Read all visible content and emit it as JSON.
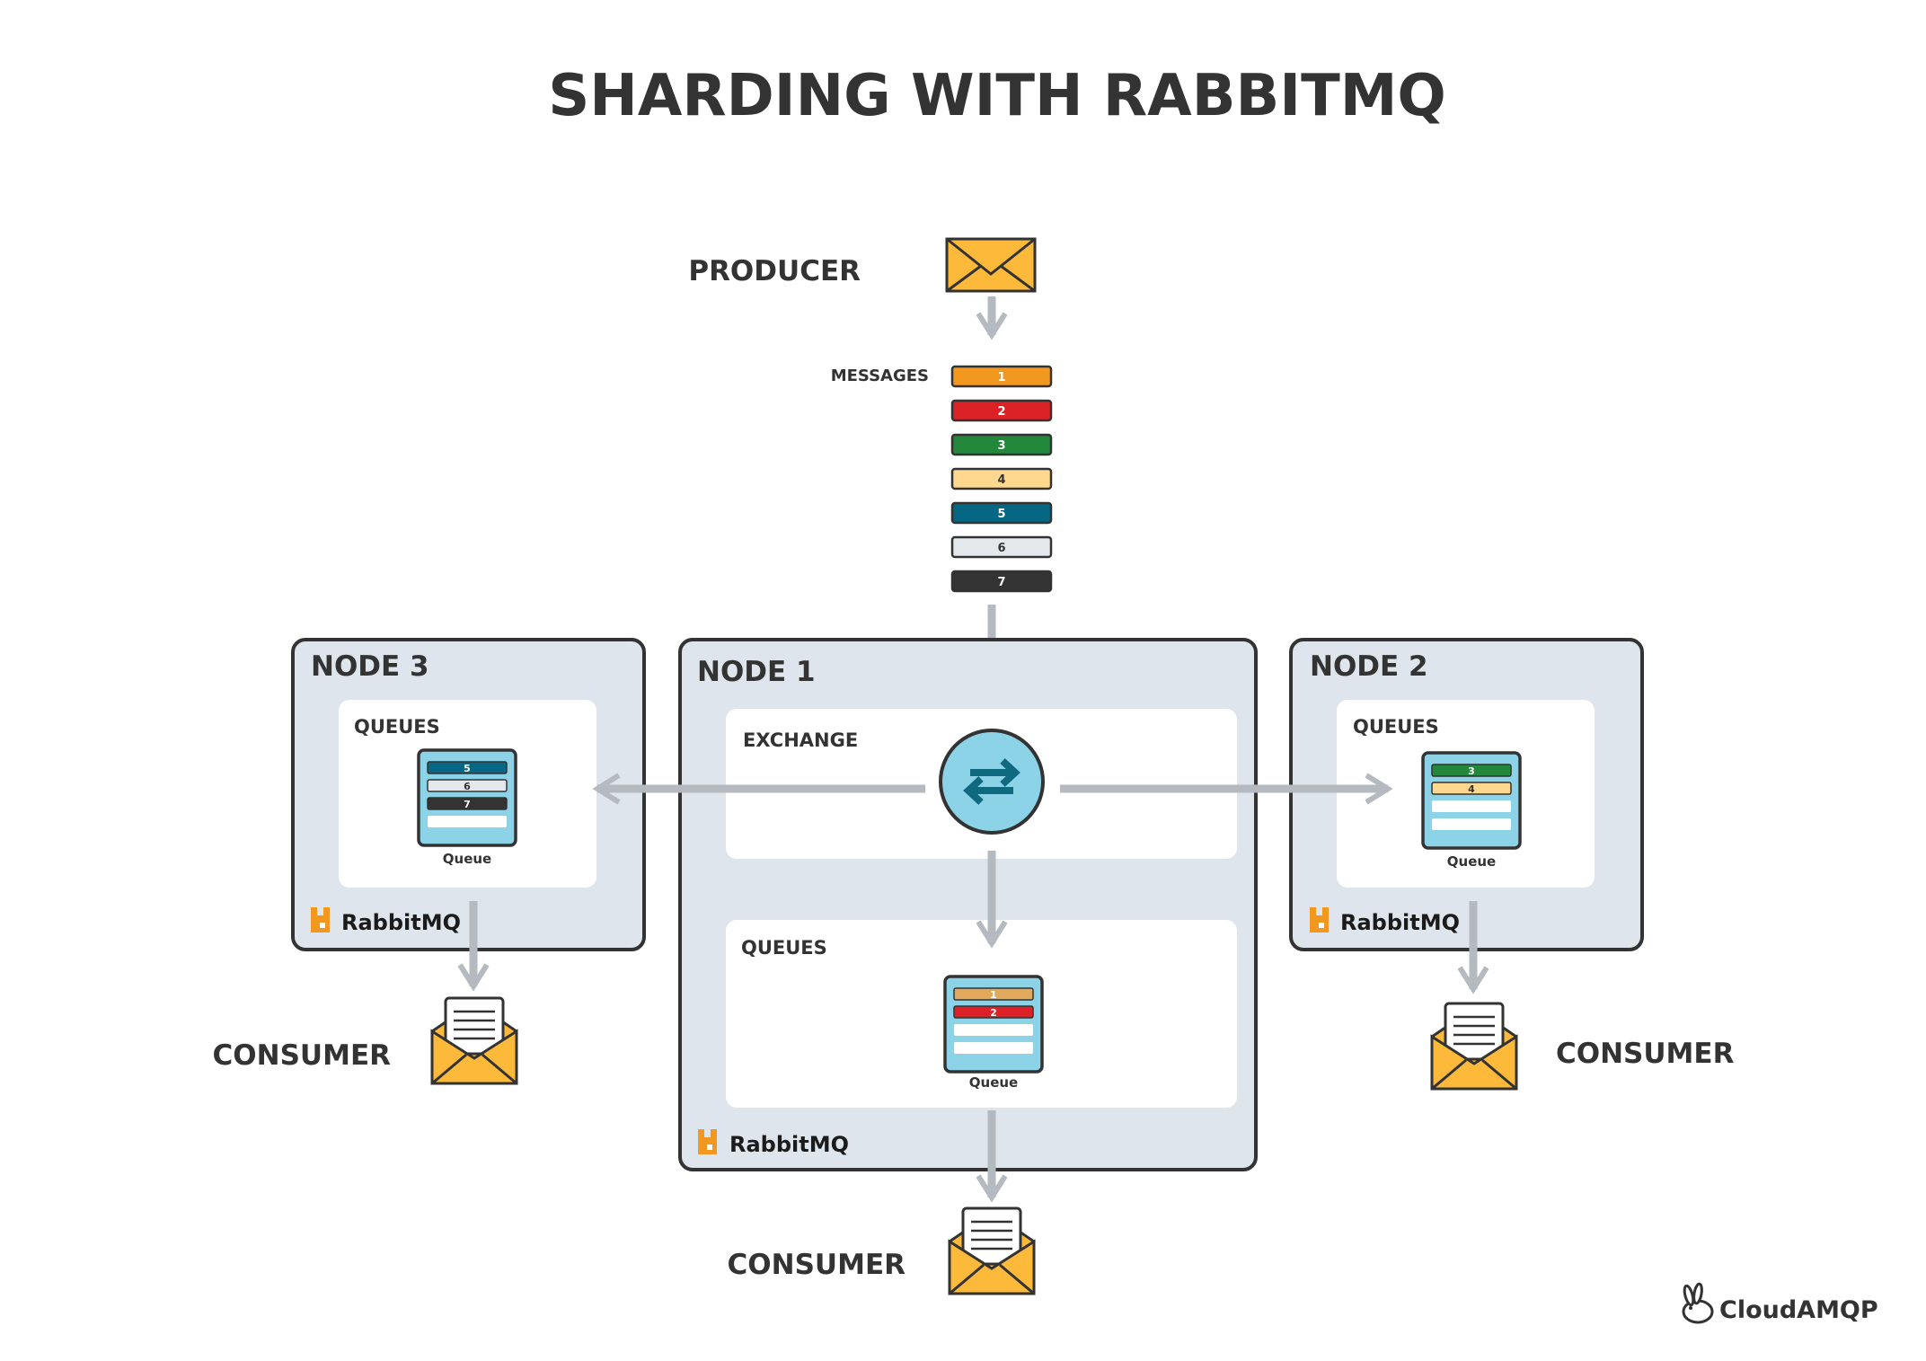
{
  "title": "SHARDING WITH RABBITMQ",
  "producer_label": "PRODUCER",
  "messages_label": "MESSAGES",
  "messages": [
    {
      "label": "1",
      "color": "#F3981F",
      "text_color": "#ffffff"
    },
    {
      "label": "2",
      "color": "#DC2127",
      "text_color": "#ffffff"
    },
    {
      "label": "3",
      "color": "#23883C",
      "text_color": "#ffffff"
    },
    {
      "label": "4",
      "color": "#FDD88E",
      "text_color": "#333333"
    },
    {
      "label": "5",
      "color": "#066784",
      "text_color": "#ffffff"
    },
    {
      "label": "6",
      "color": "#E3E8EC",
      "text_color": "#333333"
    },
    {
      "label": "7",
      "color": "#333333",
      "text_color": "#ffffff"
    }
  ],
  "node1": {
    "title": "NODE 1",
    "exchange_label": "EXCHANGE",
    "queues_label": "QUEUES",
    "queue_caption": "Queue",
    "queue_slots": [
      {
        "label": "1",
        "color": "#E0A95B",
        "text_color": "#ffffff"
      },
      {
        "label": "2",
        "color": "#DC2127",
        "text_color": "#ffffff"
      },
      {
        "label": "",
        "color": "#ffffff",
        "text_color": "#333333"
      },
      {
        "label": "",
        "color": "#ffffff",
        "text_color": "#333333"
      }
    ],
    "brand": "RabbitMQ"
  },
  "node2": {
    "title": "NODE 2",
    "queues_label": "QUEUES",
    "queue_caption": "Queue",
    "queue_slots": [
      {
        "label": "3",
        "color": "#23883C",
        "text_color": "#ffffff"
      },
      {
        "label": "4",
        "color": "#FDD88E",
        "text_color": "#333333"
      },
      {
        "label": "",
        "color": "#ffffff",
        "text_color": "#333333"
      },
      {
        "label": "",
        "color": "#ffffff",
        "text_color": "#333333"
      }
    ],
    "brand": "RabbitMQ"
  },
  "node3": {
    "title": "NODE 3",
    "queues_label": "QUEUES",
    "queue_caption": "Queue",
    "queue_slots": [
      {
        "label": "5",
        "color": "#066784",
        "text_color": "#ffffff"
      },
      {
        "label": "6",
        "color": "#E3E8EC",
        "text_color": "#333333"
      },
      {
        "label": "7",
        "color": "#333333",
        "text_color": "#ffffff"
      },
      {
        "label": "",
        "color": "#ffffff",
        "text_color": "#333333"
      }
    ],
    "brand": "RabbitMQ"
  },
  "consumer_label": "CONSUMER",
  "footer_brand": "CloudAMQP",
  "colors": {
    "text": "#333333",
    "node_bg": "#DFE5EC",
    "arrow": "#B4BAC0",
    "exchange": "#8DD3E8",
    "envelope": "#FDB93A",
    "rabbitmq_orange": "#F3981F"
  },
  "icons": {
    "producer": "closed-envelope-icon",
    "consumer": "open-envelope-letter-icon",
    "exchange": "swap-arrows-icon",
    "brand": "rabbitmq-logo-icon",
    "footer": "cloudamqp-rabbit-icon"
  }
}
